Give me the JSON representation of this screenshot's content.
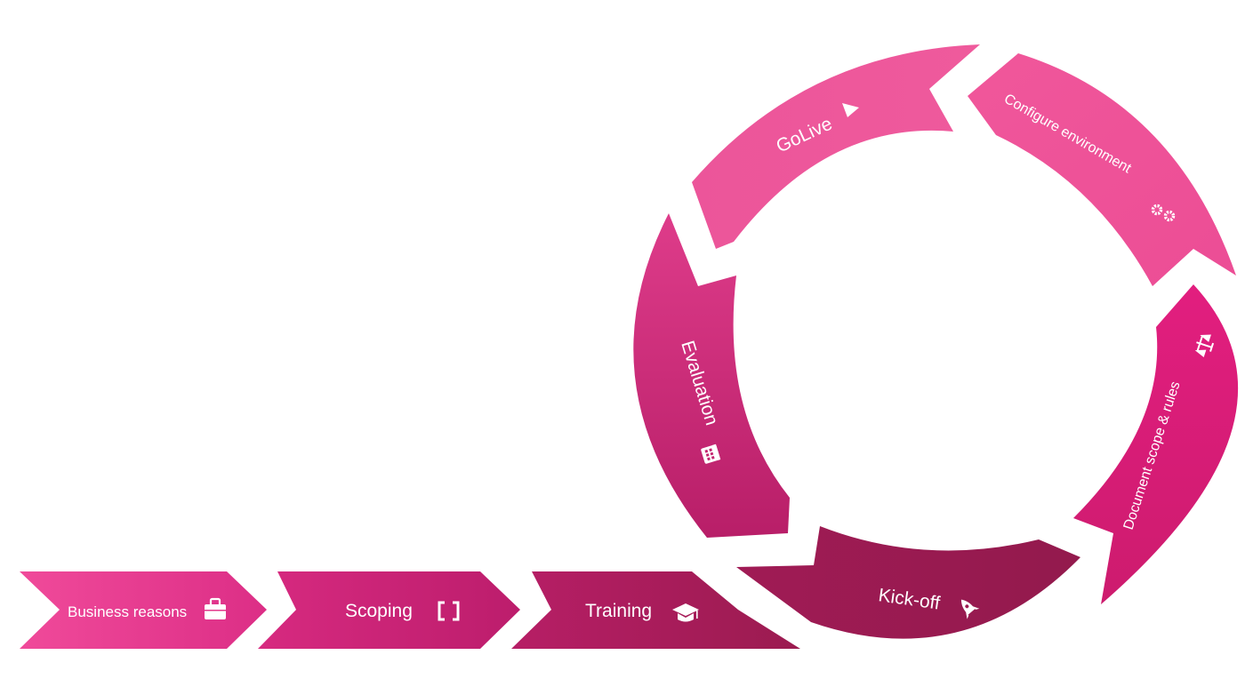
{
  "linear_steps": [
    {
      "label": "Business reasons",
      "icon": "briefcase-icon"
    },
    {
      "label": "Scoping",
      "icon": "brackets-icon"
    },
    {
      "label": "Training",
      "icon": "graduation-cap-icon"
    }
  ],
  "cycle_steps": [
    {
      "label": "Kick-off",
      "icon": "rocket-icon"
    },
    {
      "label": "Document scope & rules",
      "icon": "balance-scale-icon"
    },
    {
      "label": "Configure environment",
      "icon": "gears-icon"
    },
    {
      "label": "GoLive",
      "icon": "play-icon"
    },
    {
      "label": "Evaluation",
      "icon": "calendar-icon"
    }
  ],
  "colors": {
    "pink_light": "#ef559a",
    "pink_mid": "#d31d76",
    "magenta_dark": "#9b1b50",
    "text": "#ffffff"
  }
}
